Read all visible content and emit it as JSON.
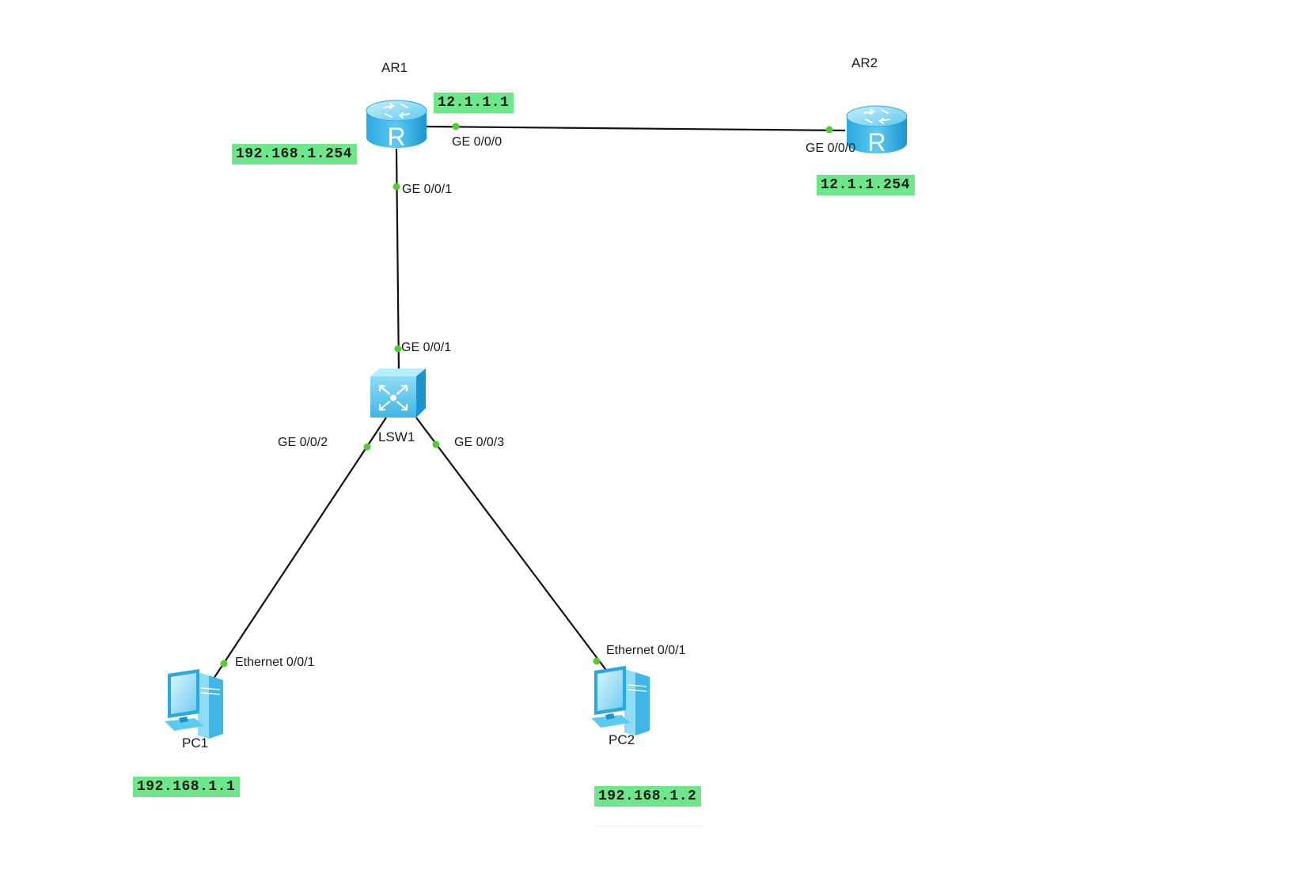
{
  "devices": {
    "ar1": {
      "label": "AR1",
      "icon": "router-icon",
      "glyph": "R"
    },
    "ar2": {
      "label": "AR2",
      "icon": "router-icon",
      "glyph": "R"
    },
    "lsw1": {
      "label": "LSW1",
      "icon": "switch-icon"
    },
    "pc1": {
      "label": "PC1",
      "icon": "pc-icon"
    },
    "pc2": {
      "label": "PC2",
      "icon": "pc-icon"
    }
  },
  "ports": {
    "ar1_ge000": "GE 0/0/0",
    "ar1_ge001": "GE 0/0/1",
    "ar2_ge000": "GE 0/0/0",
    "lsw1_ge001": "GE 0/0/1",
    "lsw1_ge002": "GE 0/0/2",
    "lsw1_ge003": "GE 0/0/3",
    "pc1_eth001": "Ethernet 0/0/1",
    "pc2_eth001": "Ethernet 0/0/1"
  },
  "ip_labels": {
    "ar1_lan": "192.168.1.254",
    "ar1_wan": "12.1.1.1",
    "ar2_wan": "12.1.1.254",
    "pc1": "192.168.1.1",
    "pc2": "192.168.1.2"
  },
  "colors": {
    "link": "#111111",
    "port_dot": "#55cc33",
    "ip_background": "#6ee68a",
    "device_light": "#9fe3f7",
    "device_mid": "#35b7e8",
    "device_dark": "#1b94cf"
  }
}
